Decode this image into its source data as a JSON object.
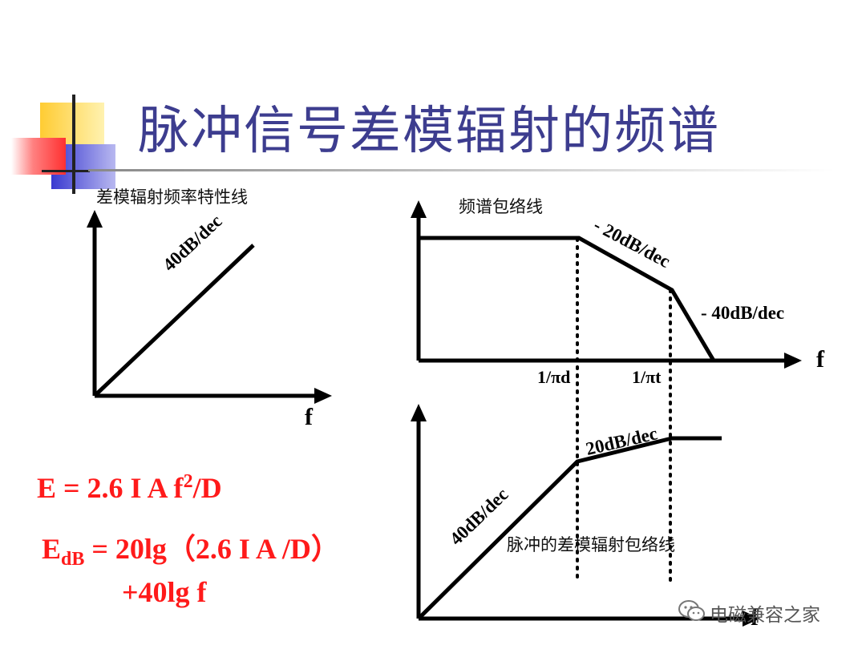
{
  "title": "脉冲信号差模辐射的频谱",
  "left_chart": {
    "label": "差模辐射频率特性线",
    "slope_label": "40dB/dec",
    "axis_x": "f"
  },
  "right_top_chart": {
    "label": "频谱包络线",
    "slope1_label": "- 20dB/dec",
    "slope2_label": "- 40dB/dec",
    "axis_x": "f",
    "tick1": "1/πd",
    "tick2": "1/πt"
  },
  "right_bottom_chart": {
    "label": "脉冲的差模辐射包络线",
    "slope1_label": "40dB/dec",
    "slope2_label": "20dB/dec",
    "axis_x": "f"
  },
  "formulas": {
    "line1": "E = 2.6 I A f",
    "line1_sup": "2",
    "line1_end": "/D",
    "line2_E": "E",
    "line2_sub": "dB",
    "line2_rest": " = 20lg（2.6 I A /D）",
    "line3": "+40lg f"
  },
  "watermark": "电磁兼容之家",
  "colors": {
    "title": "#3d3d8f",
    "formula": "#ff1a1a",
    "deco_yellow": "#ffd23f",
    "deco_red": "#ff4040",
    "deco_blue": "#4a4ad0"
  }
}
